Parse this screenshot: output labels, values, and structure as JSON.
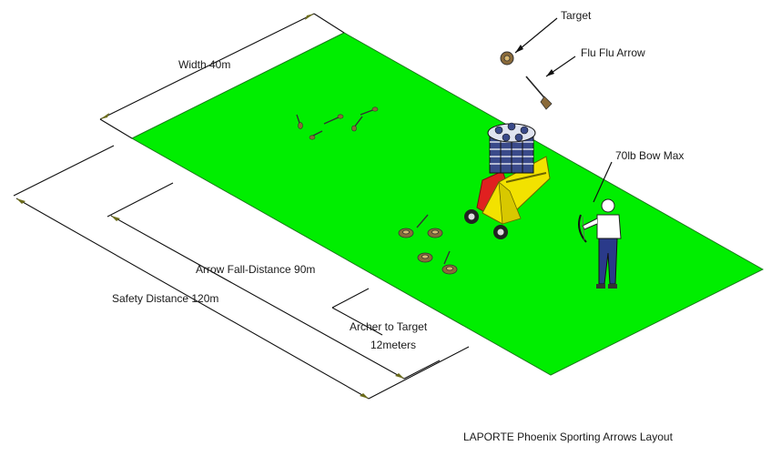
{
  "labels": {
    "target": "Target",
    "flu_flu_arrow": "Flu Flu Arrow",
    "width": "Width 40m",
    "bow_max": "70lb Bow Max",
    "arrow_fall_distance": "Arrow Fall-Distance 90m",
    "safety_distance": "Safety Distance 120m",
    "archer_to_target_line1": "Archer to Target",
    "archer_to_target_line2": "12meters",
    "caption": "LAPORTE Phoenix Sporting Arrows Layout"
  },
  "colors": {
    "field": "#00ee00",
    "field_outline": "#1a7a1a",
    "dimension_line": "#111111",
    "thrower_body": "#f2e200",
    "thrower_red": "#e02020",
    "target_stack": "#3a4a8a",
    "archer_shirt": "#ffffff",
    "archer_pants": "#2a3a8a",
    "target_disc": "#8a6a3a"
  },
  "icons": {
    "target_thrower": "target-thrower-machine-icon",
    "archer": "archer-figure-icon",
    "target": "clay-target-icon",
    "arrow": "flu-flu-arrow-icon"
  }
}
